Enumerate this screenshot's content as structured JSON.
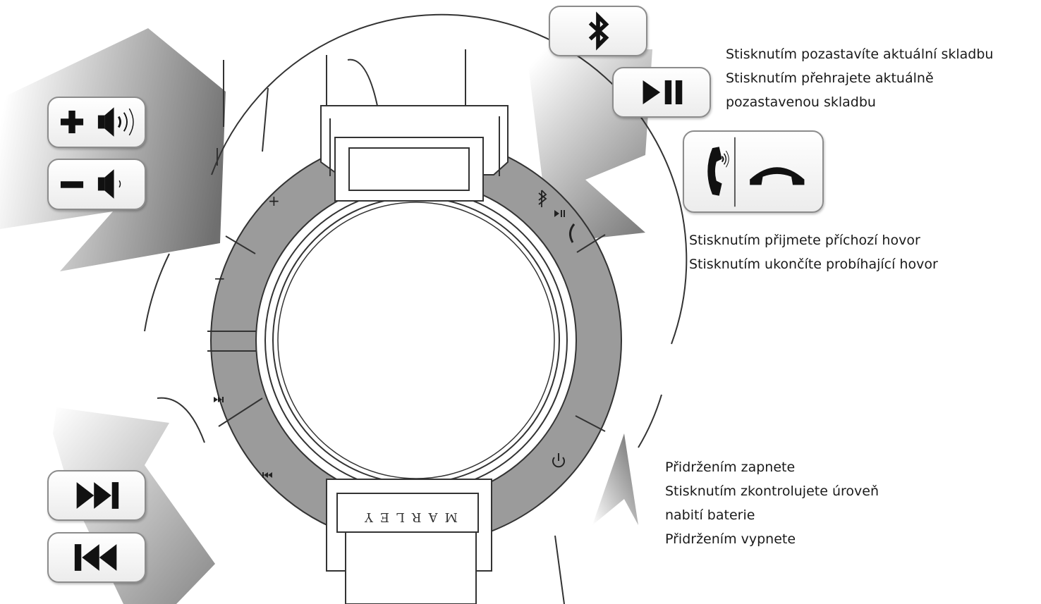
{
  "device": {
    "brand_label": "MARLEY",
    "ring_marks": {
      "plus": "+",
      "minus": "−"
    }
  },
  "controls": {
    "volume_up": {
      "icon": "volume-up-icon"
    },
    "volume_down": {
      "icon": "volume-down-icon"
    },
    "bluetooth": {
      "icon": "bluetooth-icon"
    },
    "play_pause": {
      "icon": "play-pause-icon"
    },
    "call": {
      "icons": [
        "phone-answer-icon",
        "phone-hangup-icon"
      ]
    },
    "next_track": {
      "icon": "next-track-icon"
    },
    "previous_track": {
      "icon": "previous-track-icon"
    },
    "power": {
      "icon": "power-icon"
    }
  },
  "descriptions": {
    "play_pause": [
      "Stisknutím pozastavíte aktuální skladbu",
      "Stisknutím přehrajete aktuálně",
      "pozastavenou skladbu"
    ],
    "call": [
      "Stisknutím přijmete příchozí hovor",
      "Stisknutím ukončíte probíhající hovor"
    ],
    "power": [
      "Přidržením zapnete",
      "Stisknutím zkontrolujete úroveň",
      "nabití baterie",
      "Přidržením vypnete"
    ]
  },
  "colors": {
    "ring_fill": "#9b9b9b",
    "arrow_dark": "#7a7a7a",
    "outline": "#333333"
  }
}
